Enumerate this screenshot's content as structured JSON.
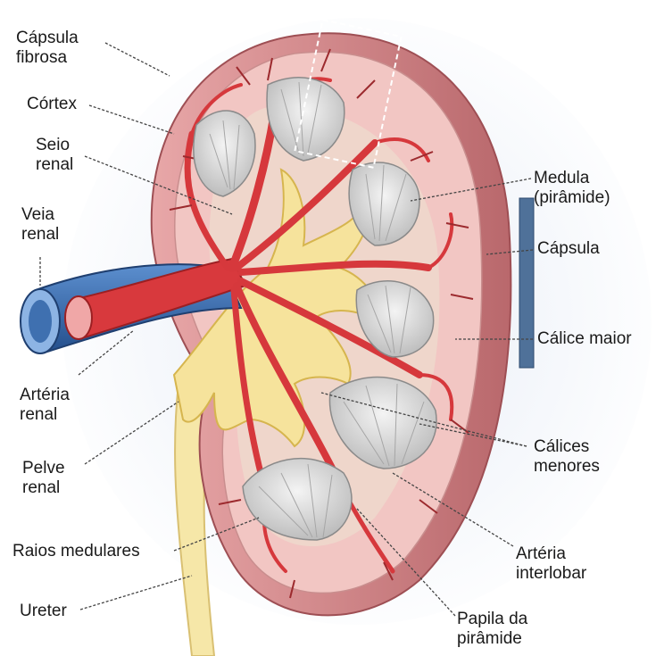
{
  "labels": {
    "capsula_fibrosa": [
      "Cápsula",
      "fibrosa"
    ],
    "cortex": [
      "Córtex"
    ],
    "seio_renal": [
      "Seio",
      "renal"
    ],
    "veia_renal": [
      "Veia",
      "renal"
    ],
    "arteria_renal": [
      "Artéria",
      "renal"
    ],
    "pelve_renal": [
      "Pelve",
      "renal"
    ],
    "raios_medulares": [
      "Raios medulares"
    ],
    "ureter": [
      "Ureter"
    ],
    "medula": [
      "Medula",
      "(pirâmide)"
    ],
    "capsula": [
      "Cápsula"
    ],
    "calice_maior": [
      "Cálice maior"
    ],
    "calices_menores": [
      "Cálices",
      "menores"
    ],
    "arteria_interlobar": [
      "Artéria",
      "interlobar"
    ],
    "papila_piramide": [
      "Papila da",
      "pirâmide"
    ]
  },
  "colors": {
    "capsule": "#c97d80",
    "cortex": "#f3c7c4",
    "medulla_bg": "#f0d9d0",
    "pyramid": "#dcdcdc",
    "pelvis": "#f5e3a0",
    "artery": "#d6383c",
    "vein": "#3566a6",
    "background_glow": "#dfe7f3",
    "scale_bar": "#4f7199"
  }
}
